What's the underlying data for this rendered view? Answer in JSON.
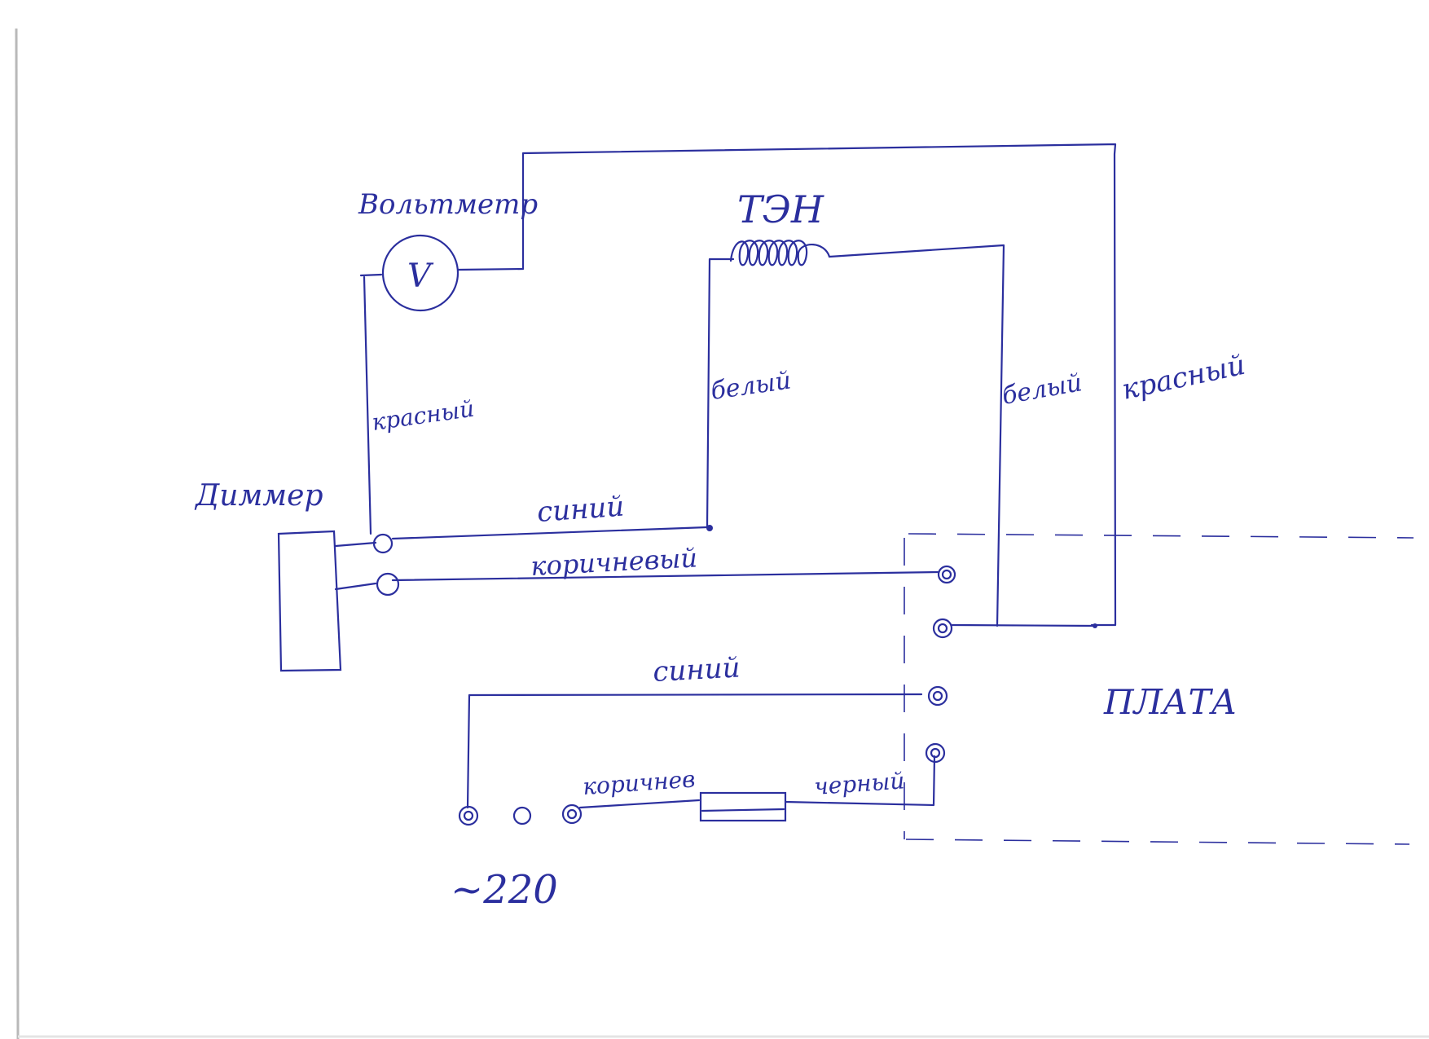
{
  "colors": {
    "ink": "#2b2f9e",
    "paper": "#ffffff",
    "edge": "#b9b9b9"
  },
  "labels": {
    "voltmeter": "Вольтметр",
    "voltmeter_symbol": "V",
    "heater": "ТЭН",
    "dimmer": "Диммер",
    "board": "ПЛАТА",
    "mains": "~220"
  },
  "wires": {
    "red_left": "красный",
    "white_left": "белый",
    "white_right": "белый",
    "red_right": "красный",
    "blue_top": "синий",
    "brown_top": "коричневый",
    "blue_bottom": "синий",
    "brown_bottom": "коричнев",
    "black": "черный"
  }
}
